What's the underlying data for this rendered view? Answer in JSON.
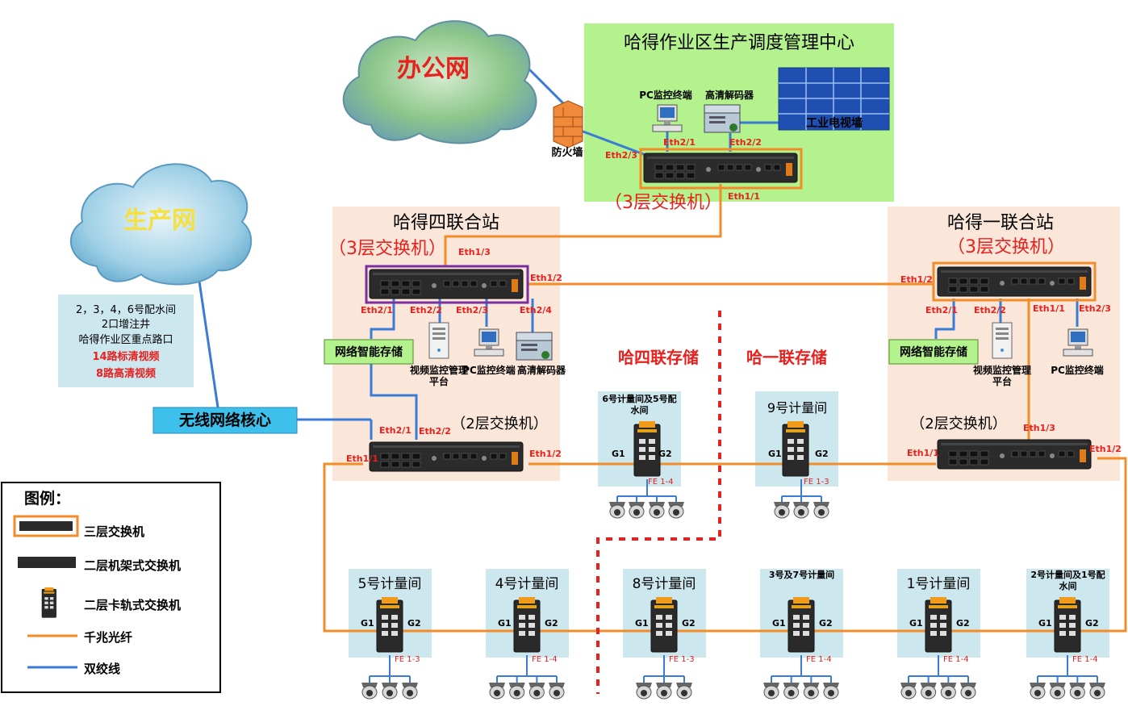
{
  "clouds": {
    "office": "办公网",
    "production": "生产网"
  },
  "firewall": "防火墙",
  "center": {
    "title": "哈得作业区生产调度管理中心",
    "switch_label": "（3层交换机）",
    "pc": "PC监控终端",
    "decoder": "高清解码器",
    "tv_wall": "工业电视墙",
    "ports": {
      "p1": "Eth2/1",
      "p2": "Eth2/2",
      "p3": "Eth2/3",
      "p4": "Eth1/1"
    }
  },
  "station4": {
    "title": "哈得四联合站",
    "l3_label": "（3层交换机）",
    "l2_label": "（2层交换机）",
    "storage": "网络智能存储",
    "video_platform": "视频监控管理平台",
    "pc": "PC监控终端",
    "decoder": "高清解码器",
    "ports": {
      "e13": "Eth1/3",
      "e12": "Eth1/2",
      "e21": "Eth2/1",
      "e22": "Eth2/2",
      "e23": "Eth2/3",
      "e24": "Eth2/4",
      "l2_e21": "Eth2/1",
      "l2_e22": "Eth2/2",
      "l2_e11": "Eth1/1",
      "l2_e12": "Eth1/2"
    }
  },
  "station1": {
    "title": "哈得一联合站",
    "l3_label": "（3层交换机）",
    "l2_label": "（2层交换机）",
    "storage": "网络智能存储",
    "video_platform": "视频监控管理平台",
    "pc": "PC监控终端",
    "ports": {
      "e12": "Eth1/2",
      "e21": "Eth2/1",
      "e22": "Eth2/2",
      "e11": "Eth1/1",
      "e23": "Eth2/3",
      "l2_e13": "Eth1/3",
      "l2_e11": "Eth1/1",
      "l2_e12": "Eth1/2"
    }
  },
  "info_box": {
    "line1": "2，3，4，6号配水间",
    "line2": "2口增注井",
    "line3": "哈得作业区重点路口",
    "line4": "14路标清视频",
    "line5": "8路高清视频"
  },
  "wireless_core": "无线网络核心",
  "storage_regions": {
    "left": "哈四联存储",
    "right": "哈一联存储"
  },
  "rooms_top": [
    {
      "name": "6号计量间及5号配水间",
      "fe": "FE 1-4"
    },
    {
      "name": "9号计量间",
      "fe": "FE 1-3"
    }
  ],
  "rooms_bottom": [
    {
      "name": "5号计量间",
      "fe": "FE 1-3"
    },
    {
      "name": "4号计量间",
      "fe": "FE 1-4"
    },
    {
      "name": "8号计量间",
      "fe": "FE 1-3"
    },
    {
      "name": "3号及7号计量间",
      "fe": "FE 1-4"
    },
    {
      "name": "1号计量间",
      "fe": "FE 1-4"
    },
    {
      "name": "2号计量间及1号配水间",
      "fe": "FE 1-4"
    }
  ],
  "g_labels": {
    "g1": "G1",
    "g2": "G2"
  },
  "legend": {
    "title": "图例：",
    "l3": "三层交换机",
    "l2_rack": "二层机架式交换机",
    "l2_din": "二层卡轨式交换机",
    "fiber": "千兆光纤",
    "twisted": "双绞线"
  },
  "colors": {
    "fiber": "#f28c28",
    "twisted": "#3a7bd5",
    "red": "#e8201e",
    "green_bg": "#b6f28a",
    "peach_bg": "#fbe7d9",
    "blue_bg": "#cde7ef"
  }
}
